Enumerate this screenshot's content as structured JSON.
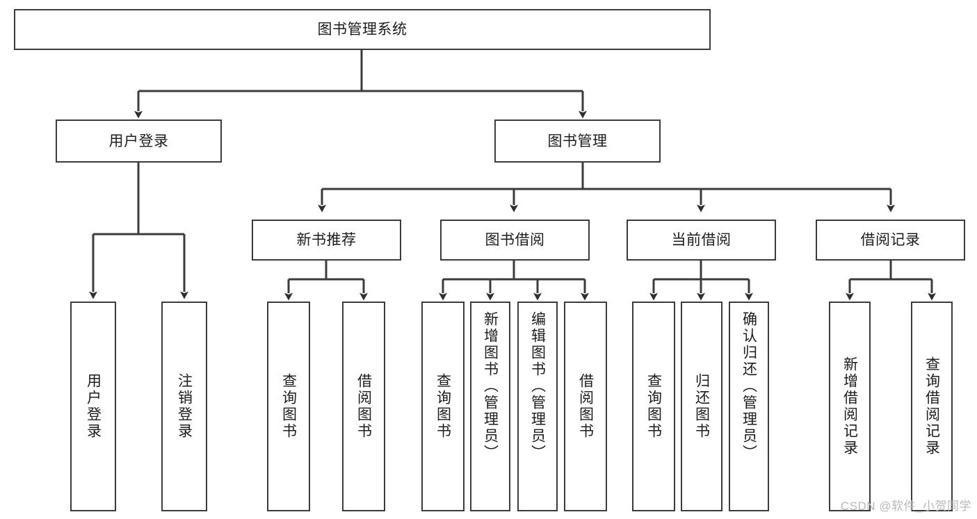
{
  "diagram": {
    "type": "tree-hierarchy-flowchart",
    "title": "图书管理系统",
    "root": {
      "label": "图书管理系统"
    },
    "level2": [
      {
        "id": "user-login",
        "label": "用户登录"
      },
      {
        "id": "book-management",
        "label": "图书管理"
      }
    ],
    "level3": [
      {
        "id": "new-book-recommend",
        "label": "新书推荐",
        "parent": "book-management"
      },
      {
        "id": "book-borrow",
        "label": "图书借阅",
        "parent": "book-management"
      },
      {
        "id": "current-borrow",
        "label": "当前借阅",
        "parent": "book-management"
      },
      {
        "id": "borrow-record",
        "label": "借阅记录",
        "parent": "book-management"
      }
    ],
    "leaves": {
      "user-login": [
        {
          "id": "leaf-user-login",
          "label": "用户登录"
        },
        {
          "id": "leaf-user-logout",
          "label": "注销登录"
        }
      ],
      "new-book-recommend": [
        {
          "id": "leaf-query-book-1",
          "label": "查询图书"
        },
        {
          "id": "leaf-borrow-book-1",
          "label": "借阅图书"
        }
      ],
      "book-borrow": [
        {
          "id": "leaf-query-book-2",
          "label": "查询图书"
        },
        {
          "id": "leaf-add-book",
          "label": "新增图书（管理员）"
        },
        {
          "id": "leaf-edit-book",
          "label": "编辑图书（管理员）"
        },
        {
          "id": "leaf-borrow-book-2",
          "label": "借阅图书"
        }
      ],
      "current-borrow": [
        {
          "id": "leaf-query-book-3",
          "label": "查询图书"
        },
        {
          "id": "leaf-return-book",
          "label": "归还图书"
        },
        {
          "id": "leaf-confirm-return",
          "label": "确认归还（管理员）"
        }
      ],
      "borrow-record": [
        {
          "id": "leaf-add-record",
          "label": "新增借阅记录"
        },
        {
          "id": "leaf-query-record",
          "label": "查询借阅记录"
        }
      ]
    },
    "watermark": "CSDN @软件_小贺同学",
    "colors": {
      "stroke": "#3b3b3b",
      "fill": "#ffffff",
      "text": "#1c1c1c",
      "watermark": "#b8b8b8",
      "background": "#ffffff"
    }
  }
}
